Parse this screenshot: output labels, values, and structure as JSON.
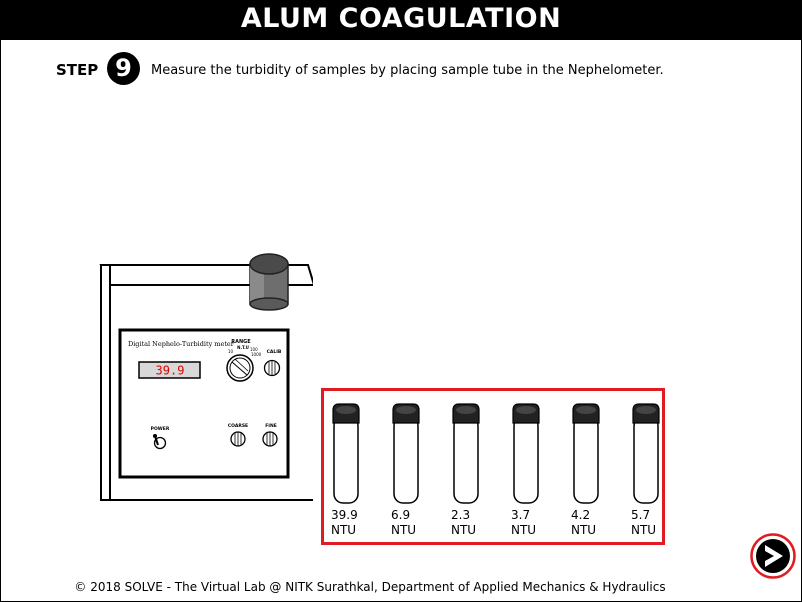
{
  "header": {
    "title": "ALUM COAGULATION"
  },
  "step": {
    "label": "STEP",
    "number": "9",
    "instruction": "Measure the turbidity of samples by placing sample tube in the Nephelometer."
  },
  "nephelometer": {
    "panel_title": "Digital Nephelo-Turbidity meter",
    "display_value": "39.9",
    "range_label": "RANGE",
    "range_unit": "N.T.U",
    "range_ticks": [
      "10",
      "100",
      "1000"
    ],
    "calib_label": "CALIB",
    "power_label": "POWER",
    "coarse_label": "COARSE",
    "fine_label": "FINE"
  },
  "samples": [
    {
      "value": "39.9",
      "unit": "NTU"
    },
    {
      "value": "6.9",
      "unit": "NTU"
    },
    {
      "value": "2.3",
      "unit": "NTU"
    },
    {
      "value": "3.7",
      "unit": "NTU"
    },
    {
      "value": "4.2",
      "unit": "NTU"
    },
    {
      "value": "5.7",
      "unit": "NTU"
    }
  ],
  "footer": {
    "text": "© 2018 SOLVE - The Virtual Lab @ NITK Surathkal, Department of Applied Mechanics & Hydraulics"
  },
  "navigation": {
    "next_icon": "next-arrow-icon"
  },
  "colors": {
    "accent_red": "#e11b22",
    "display_red": "#e00000",
    "display_bg": "#d8d8d8"
  }
}
